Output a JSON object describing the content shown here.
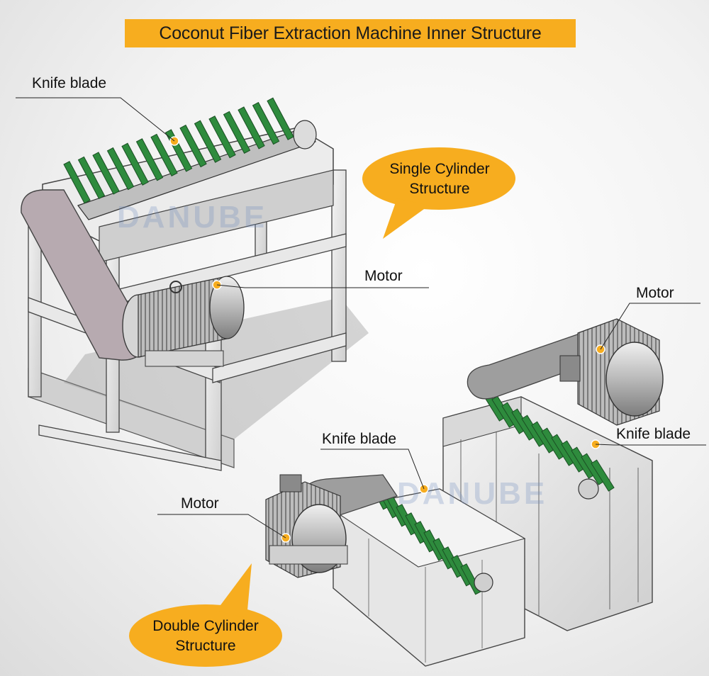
{
  "title": "Coconut Fiber Extraction Machine Inner Structure",
  "labels": {
    "top_knife": "Knife blade",
    "top_motor": "Motor",
    "right_motor": "Motor",
    "mid_knife": "Knife blade",
    "right_knife": "Knife blade",
    "left_motor": "Motor"
  },
  "bubbles": {
    "single": [
      "Single Cylinder",
      "Structure"
    ],
    "double": [
      "Double Cylinder",
      "Structure"
    ]
  },
  "watermark": "DANUBE",
  "colors": {
    "accent": "#f7ad1f",
    "blade_green": "#2e8b3d",
    "frame_grey": "#e6e6e6",
    "copper": "#b8702a"
  }
}
